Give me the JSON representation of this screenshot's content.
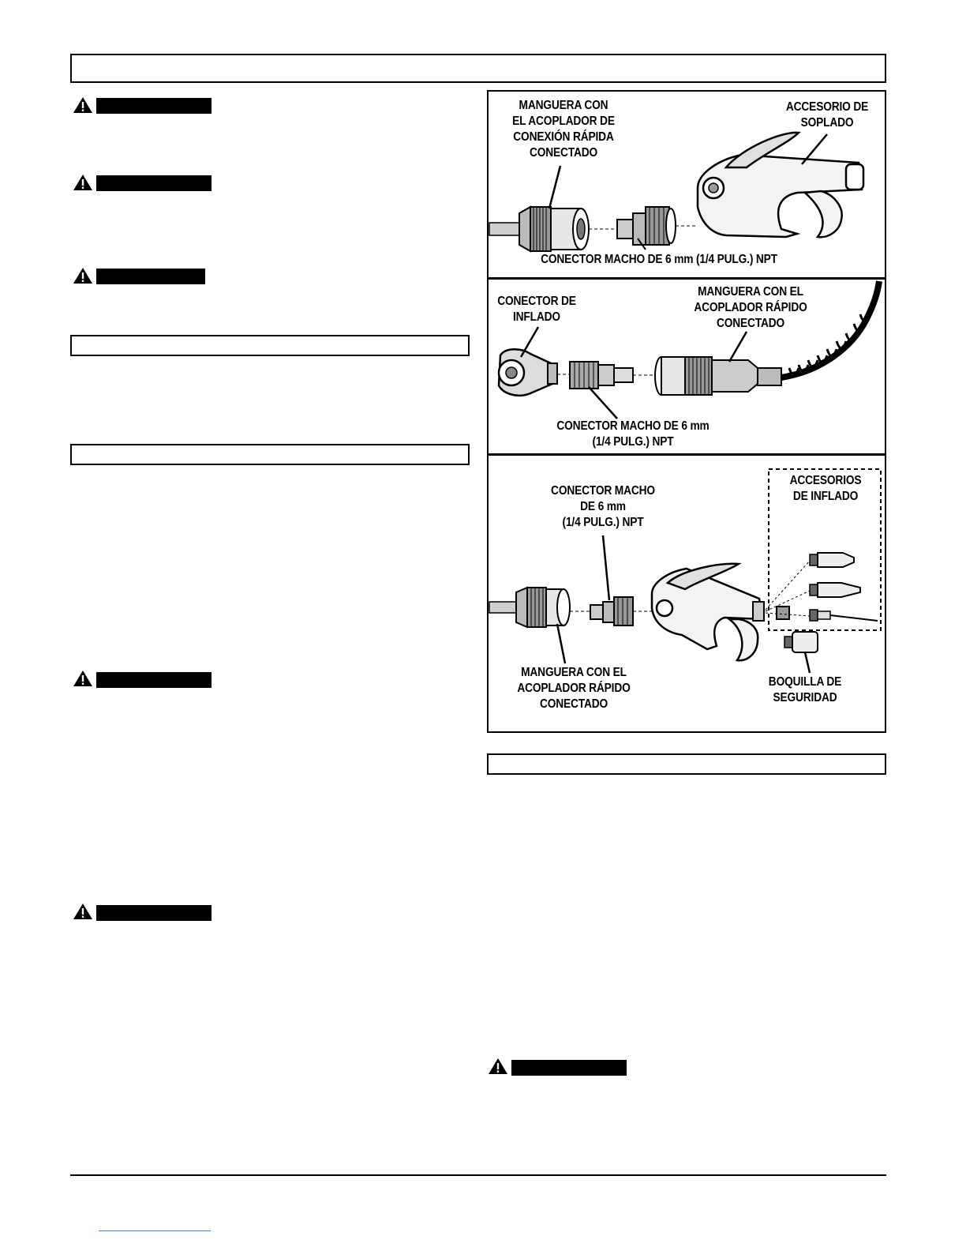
{
  "figure": {
    "panel1": {
      "hose_label": "MANGUERA CON\nEL ACOPLADOR DE\nCONEXIÓN RÁPIDA\nCONECTADO",
      "blow_label": "ACCESORIO DE\nSOPLADO",
      "connector_label": "CONECTOR MACHO DE 6 mm (1/4 PULG.) NPT"
    },
    "panel2": {
      "inflate_connector_label": "CONECTOR DE\nINFLADO",
      "hose_label": "MANGUERA CON EL\nACOPLADOR RÁPIDO\nCONECTADO",
      "connector_label": "CONECTOR MACHO DE 6 mm\n(1/4 PULG.) NPT"
    },
    "panel3": {
      "connector_label": "CONECTOR MACHO\nDE 6 mm\n(1/4 PULG.) NPT",
      "accessories_label": "ACCESORIOS\nDE INFLADO",
      "hose_label": "MANGUERA CON EL\nACOPLADOR RÁPIDO\nCONECTADO",
      "nozzle_label": "BOQUILLA DE\nSEGURIDAD"
    }
  },
  "icons": {
    "warning": "warning-triangle-icon"
  }
}
